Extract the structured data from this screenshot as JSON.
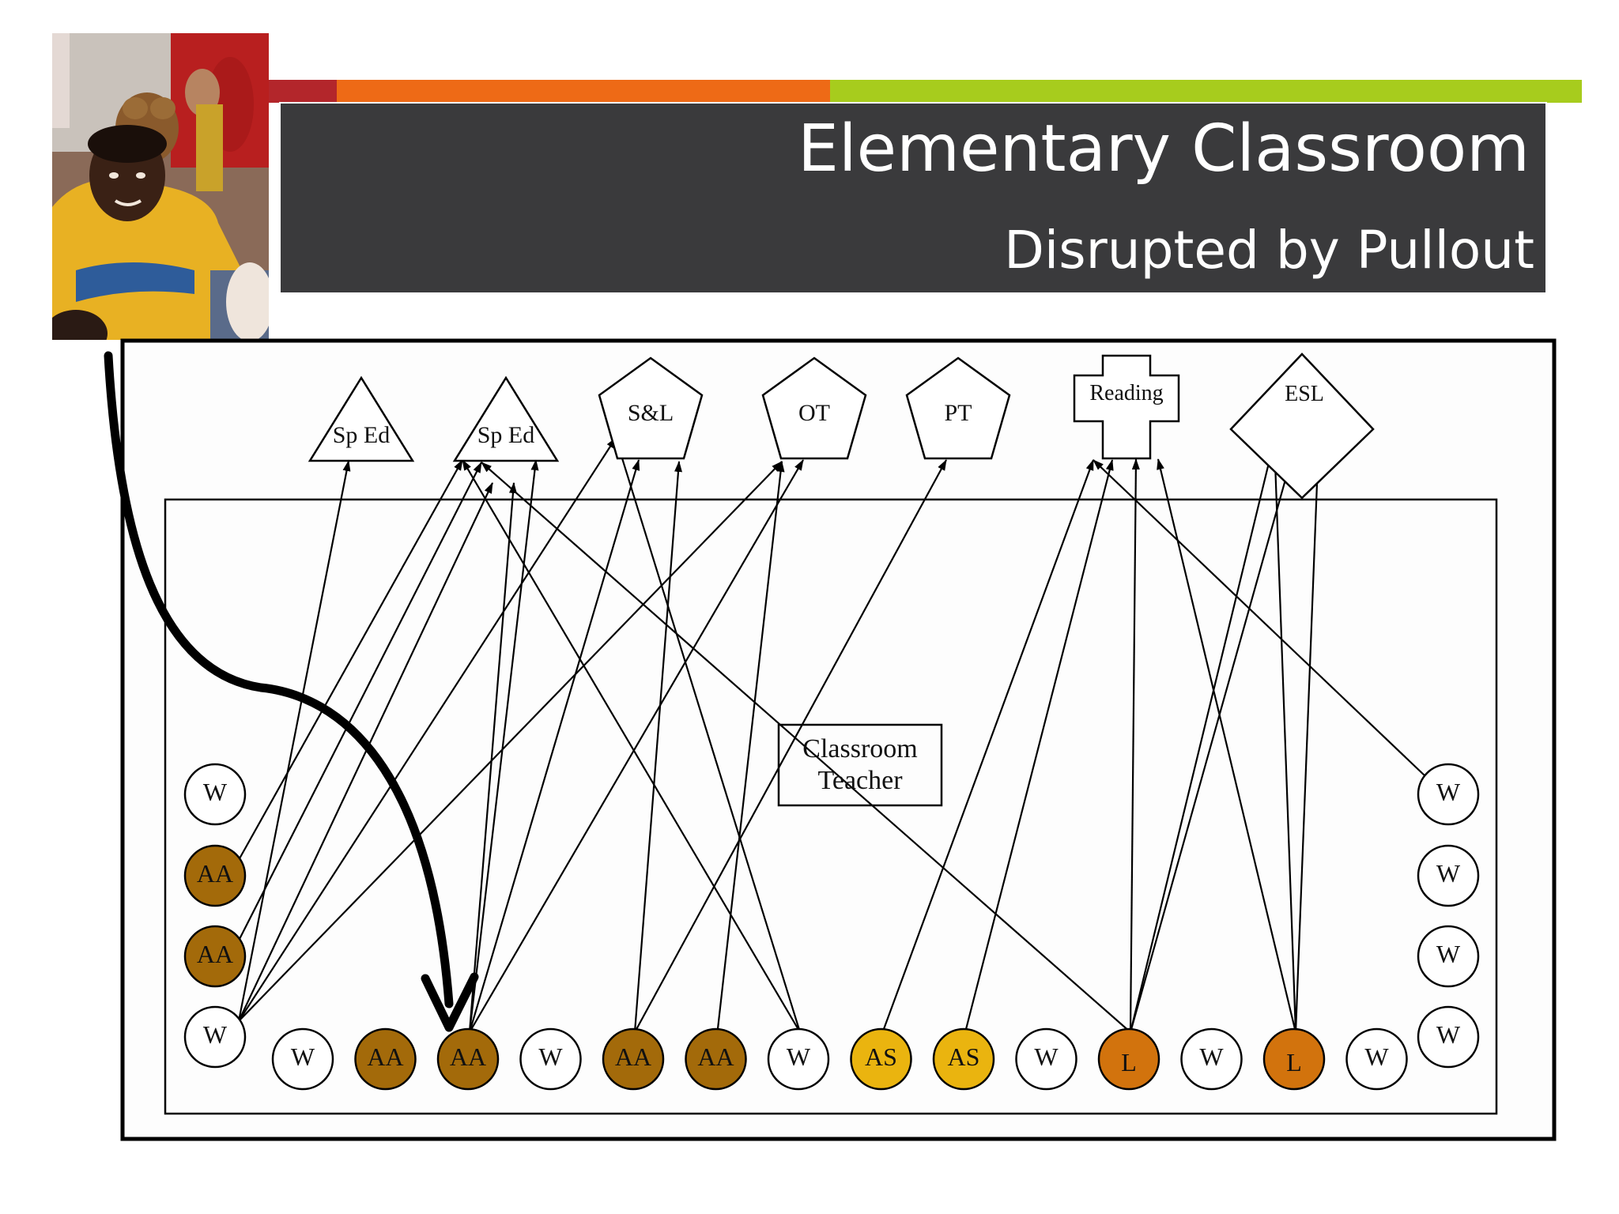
{
  "slide": {
    "title": "Elementary Classroom",
    "subtitle": "Disrupted by Pullout",
    "accent_colors": [
      "#b3262b",
      "#ee6a16",
      "#a7cc1d"
    ],
    "photo_icon": "child-waving-photo"
  },
  "services": [
    {
      "id": "sped1",
      "label": "Sp Ed",
      "shape": "triangle"
    },
    {
      "id": "sped2",
      "label": "Sp Ed",
      "shape": "triangle"
    },
    {
      "id": "sl",
      "label": "S&L",
      "shape": "pentagon"
    },
    {
      "id": "ot",
      "label": "OT",
      "shape": "pentagon"
    },
    {
      "id": "pt",
      "label": "PT",
      "shape": "pentagon"
    },
    {
      "id": "reading",
      "label": "Reading",
      "shape": "cross"
    },
    {
      "id": "esl",
      "label": "ESL",
      "shape": "diamond"
    }
  ],
  "teacher": {
    "line1": "Classroom",
    "line2": "Teacher"
  },
  "student_colors": {
    "W": "#ffffff",
    "AA": "#a36a0a",
    "AS": "#eab40f",
    "L": "#d2730d"
  },
  "students": {
    "left": [
      "W",
      "AA",
      "AA",
      "W"
    ],
    "bottom": [
      "W",
      "AA",
      "AA",
      "W",
      "AA",
      "AA",
      "W",
      "AS",
      "AS",
      "W",
      "L",
      "W",
      "L",
      "W"
    ],
    "right": [
      "W",
      "W",
      "W",
      "W"
    ]
  },
  "pullouts": [
    [
      "left-1",
      "sped2"
    ],
    [
      "left-2",
      "sped2"
    ],
    [
      "left-3",
      "sped1"
    ],
    [
      "left-3",
      "sped2"
    ],
    [
      "left-3",
      "sl"
    ],
    [
      "left-3",
      "ot"
    ],
    [
      "bottom-2",
      "sped2"
    ],
    [
      "bottom-2",
      "sped2"
    ],
    [
      "bottom-2",
      "sl"
    ],
    [
      "bottom-2",
      "ot"
    ],
    [
      "bottom-4",
      "sl"
    ],
    [
      "bottom-4",
      "pt"
    ],
    [
      "bottom-5",
      "ot"
    ],
    [
      "bottom-6",
      "sped2"
    ],
    [
      "bottom-6",
      "sl"
    ],
    [
      "bottom-7",
      "reading"
    ],
    [
      "bottom-8",
      "reading"
    ],
    [
      "bottom-10",
      "sped2"
    ],
    [
      "bottom-10",
      "reading"
    ],
    [
      "bottom-10",
      "esl"
    ],
    [
      "bottom-10",
      "esl"
    ],
    [
      "bottom-12",
      "reading"
    ],
    [
      "bottom-12",
      "esl"
    ],
    [
      "bottom-12",
      "esl"
    ],
    [
      "right-0",
      "reading"
    ]
  ]
}
